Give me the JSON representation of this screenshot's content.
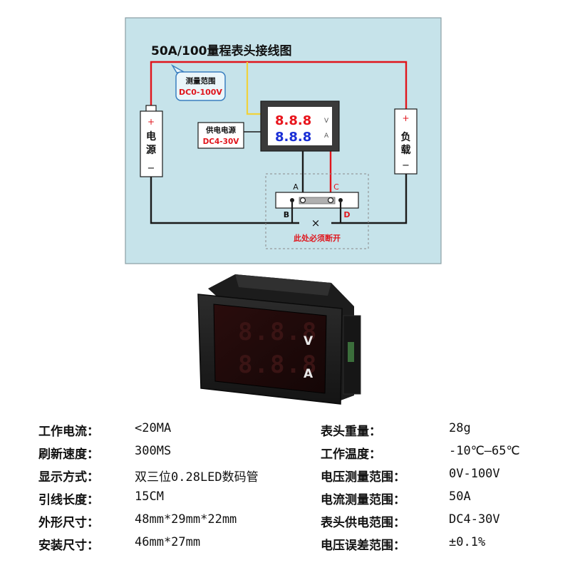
{
  "diagram": {
    "title": "50A/100量程表头接线图",
    "measure_range": {
      "label": "测量范围",
      "value": "DC0-100V"
    },
    "power_supply": {
      "label": "供电电源",
      "value": "DC4-30V"
    },
    "power_source": {
      "plus": "+",
      "name_top": "电",
      "name_bottom": "源",
      "minus": "−"
    },
    "load": {
      "plus": "+",
      "name_top": "负",
      "name_bottom": "载",
      "minus": "−"
    },
    "meter": {
      "top_digits": "8.8.8",
      "top_unit": "V",
      "bottom_digits": "8.8.8",
      "bottom_unit": "A"
    },
    "shunt": {
      "a": "A",
      "b": "B",
      "c": "C",
      "d": "D",
      "cut_mark": "×",
      "cut_note": "此处必须断开"
    },
    "colors": {
      "background": "#c6e3ea",
      "wire_red": "#e0151c",
      "wire_black": "#1a1a1a",
      "wire_yellow": "#f0d23c",
      "digit_red": "#e8141c",
      "digit_blue": "#1a2fd6"
    }
  },
  "product": {
    "unit_v": "V",
    "unit_a": "A",
    "digits_top": "8.8.8",
    "digits_bottom": "8.8.8"
  },
  "specs": [
    {
      "left_key": "工作电流：",
      "left_value": "<20MA",
      "right_key": "表头重量：",
      "right_value": "28g"
    },
    {
      "left_key": "刷新速度：",
      "left_value": "300MS",
      "right_key": "工作温度：",
      "right_value": "-10℃—65℃"
    },
    {
      "left_key": "显示方式：",
      "left_value": "双三位0.28LED数码管",
      "right_key": "电压测量范围：",
      "right_value": "0V-100V"
    },
    {
      "left_key": "引线长度：",
      "left_value": "15CM",
      "right_key": "电流测量范围：",
      "right_value": "50A"
    },
    {
      "left_key": "外形尺寸：",
      "left_value": "48mm*29mm*22mm",
      "right_key": "表头供电范围：",
      "right_value": "DC4-30V"
    },
    {
      "left_key": "安装尺寸：",
      "left_value": "46mm*27mm",
      "right_key": "电压误差范围：",
      "right_value": "±0.1%"
    }
  ]
}
